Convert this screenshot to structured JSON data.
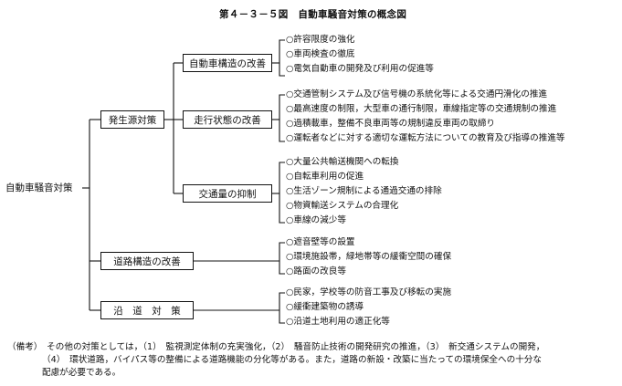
{
  "title": "第４－３－５図　自動車騒音対策の概念図",
  "root": "自動車騒音対策",
  "level1": [
    {
      "label": "発生源対策"
    },
    {
      "label": "道路構造の改善"
    },
    {
      "label": "沿　道　対　策"
    }
  ],
  "level2": [
    {
      "label": "自動車構造の改善",
      "items": [
        "○許容限度の強化",
        "○車両検査の徹底",
        "○電気自動車の開発及び利用の促進等"
      ]
    },
    {
      "label": "走行状態の改善",
      "items": [
        "○交通管制システム及び信号機の系統化等による交通円滑化の推進",
        "○最高速度の制限，大型車の通行制限，車線指定等の交通規制の推進",
        "○過積載車，整備不良車両等の規制違反車両の取締り",
        "○運転者などに対する適切な運転方法についての教育及び指導の推進等"
      ]
    },
    {
      "label": "交通量の抑制",
      "items": [
        "○大量公共輸送機関への転換",
        "○自転車利用の促進",
        "○生活ゾーン規制による通過交通の排除",
        "○物資輸送システムの合理化",
        "○車線の減少等"
      ]
    }
  ],
  "road_items": [
    "○遮音壁等の設置",
    "○環境施設帯，緑地帯等の緩衝空間の確保",
    "○路面の改良等"
  ],
  "roadside_items": [
    "○民家，学校等の防音工事及び移転の実施",
    "○緩衝建築物の誘導",
    "○沿道土地利用の適正化等"
  ],
  "note_lines": [
    "（備考）　その他の対策としては，（1）　監視測定体制の充実強化，（2）　騒音防止技術の開発研究の推進，（3）　新交通システムの開発，",
    "（4）　環状道路，バイパス等の整備による道路機能の分化等がある。また，道路の新設・改築に当たっての環境保全への十分な",
    "配慮が必要である。"
  ]
}
